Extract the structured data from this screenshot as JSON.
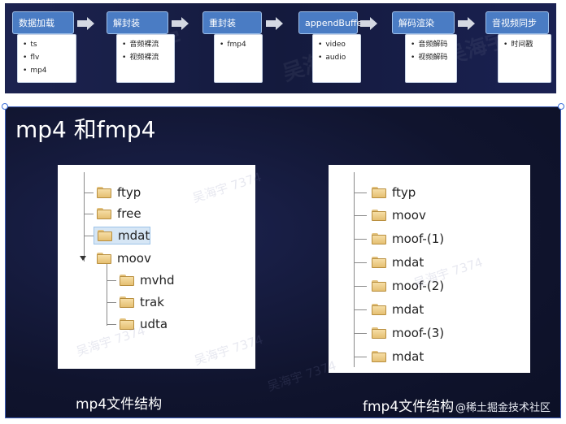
{
  "pipeline": {
    "stages": [
      {
        "title": "数据加载",
        "items": [
          "ts",
          "flv",
          "mp4"
        ]
      },
      {
        "title": "解封装",
        "items": [
          "音频裸流",
          "视频裸流"
        ]
      },
      {
        "title": "重封装",
        "items": [
          "fmp4"
        ]
      },
      {
        "title": "appendBuffer",
        "items": [
          "video",
          "audio"
        ]
      },
      {
        "title": "解码渲染",
        "items": [
          "音频解码",
          "视频解码"
        ]
      },
      {
        "title": "音视频同步",
        "items": [
          "时间戳"
        ]
      }
    ],
    "colors": {
      "stage_header": "#4a7cc4",
      "background": "#141a3d"
    }
  },
  "slide": {
    "title": "mp4 和fmp4",
    "mp4_tree": [
      "ftyp",
      "free",
      "mdat",
      "moov",
      "mvhd",
      "trak",
      "udta"
    ],
    "mp4_selected": "mdat",
    "fmp4_tree": [
      "ftyp",
      "moov",
      "moof-(1)",
      "mdat",
      "moof-(2)",
      "mdat",
      "moof-(3)",
      "mdat"
    ],
    "mp4_caption": "mp4文件结构",
    "fmp4_caption": "fmp4文件结构",
    "watermark": "吴海宇 7374",
    "brand": "@稀土掘金技术社区"
  }
}
